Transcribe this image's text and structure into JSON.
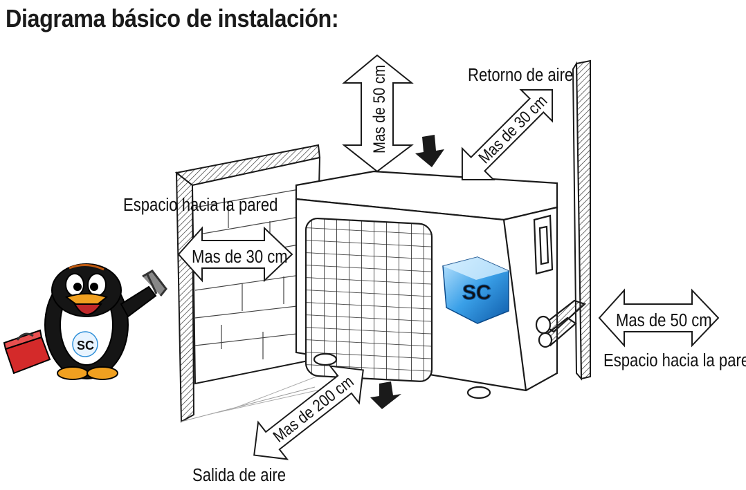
{
  "title": "Diagrama básico de instalación:",
  "labels": {
    "top_clearance": "Mas de 50 cm",
    "air_return": "Retorno de aire",
    "back_clearance": "Mas de 30 cm",
    "wall_space_left": "Espacio hacia la pared",
    "left_clearance": "Mas de 30 cm",
    "right_clearance": "Mas de 50 cm",
    "wall_space_right": "Espacio hacia la pared",
    "front_clearance": "Mas de 200 cm",
    "air_outlet": "Salida de aire"
  },
  "logo": {
    "text": "SC",
    "color": "#2e8fd8"
  },
  "mascot_logo": {
    "text": "SC"
  },
  "colors": {
    "arrow_fill": "#ffffff",
    "line": "#1a1a1a",
    "toolbox": "#d42a2a",
    "penguin": "#151515",
    "beak": "#f0a020"
  }
}
